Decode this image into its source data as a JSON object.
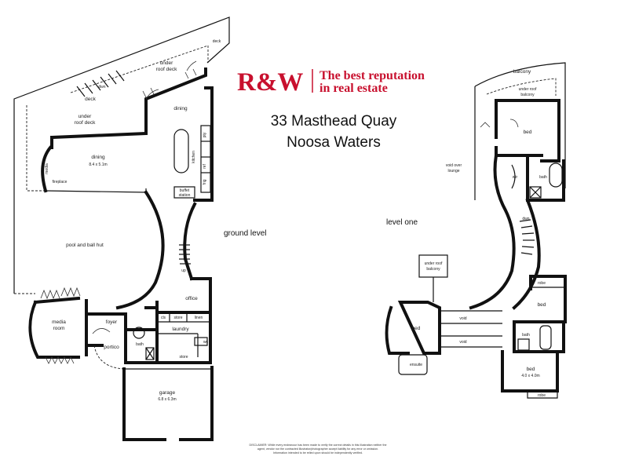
{
  "brand": {
    "logo": "R&W",
    "tagline_line1": "The best reputation",
    "tagline_line2": "in real estate",
    "color": "#c8102e"
  },
  "address": {
    "line1": "33 Masthead Quay",
    "line2": "Noosa Waters"
  },
  "levels": {
    "ground": "ground level",
    "one": "level one"
  },
  "ground_rooms": {
    "deck_top": "deck",
    "under_roof_deck_top_1": "under",
    "under_roof_deck_top_2": "roof deck",
    "dwn_stairs": "dwn",
    "deck_left": "deck",
    "under_roof_deck_left_1": "under",
    "under_roof_deck_left_2": "roof deck",
    "dining_upper": "dining",
    "dining_main_1": "dining",
    "dining_main_2": "8.4 x 5.1m",
    "media_nook": "media",
    "fireplace": "fireplace",
    "kitchen": "kitchen",
    "pty": "pty",
    "ref": "ref",
    "frig": "frig",
    "buffet_1": "buffet",
    "buffet_2": "station",
    "pool_hut": "pool and ball hut",
    "up": "up",
    "office": "office",
    "media_room_1": "media",
    "media_room_2": "room",
    "foyer": "foyer",
    "portico": "portico",
    "bath": "bath",
    "cls": "cls",
    "store1": "store",
    "linen": "linen",
    "laundry": "laundry",
    "wc": "wc",
    "store2": "store",
    "garage_1": "garage",
    "garage_2": "6.8 x 6.3m"
  },
  "level1_rooms": {
    "balcony": "balcony",
    "under_roof_balcony_1": "under roof",
    "under_roof_balcony_2": "balcony",
    "bed_top": "bed",
    "void_lounge_1": "void over",
    "void_lounge_2": "lounge",
    "wir": "wir",
    "bath_top": "bath",
    "dwn": "dwn",
    "under_roof_balcony_b_1": "under roof",
    "under_roof_balcony_b_2": "balcony",
    "robe1": "robe",
    "bed_right": "bed",
    "bed_left": "bed",
    "void1": "void",
    "void2": "void",
    "ensuite": "ensuite",
    "bath2": "bath",
    "bed_bottom_1": "bed",
    "bed_bottom_2": "4.0 x 4.0m",
    "robe2": "robe"
  },
  "disclaimer": {
    "line1": "DISCLAIMER: While every endeavour has been made to verify the correct details in this illustration neither the",
    "line2": "agent, vendor nor the contracted illustrator/photographer accept liability for any error or omission.",
    "line3": "Information intended to be relied upon should be independently verified."
  }
}
